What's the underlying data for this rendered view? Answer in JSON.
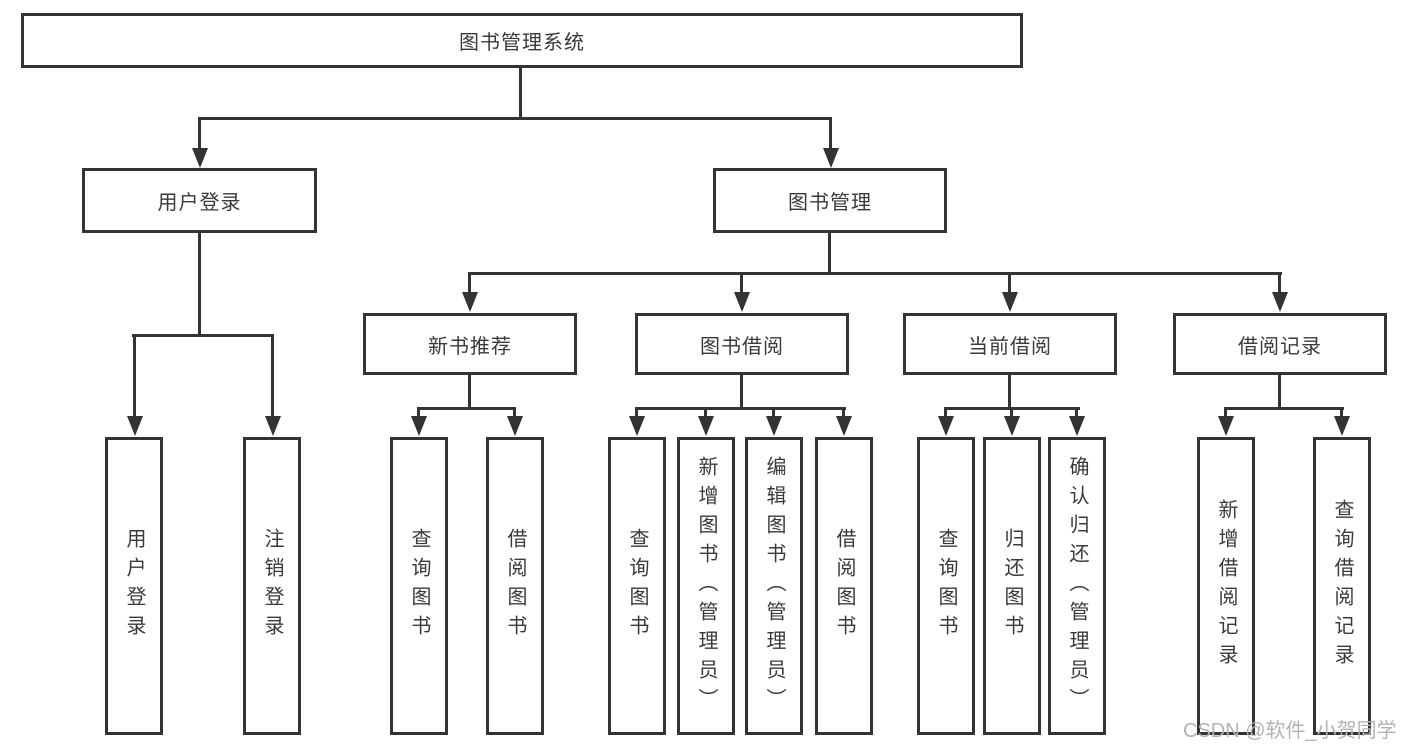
{
  "diagram": {
    "title": "图书管理系统",
    "user_login": {
      "label": "用户登录",
      "children": [
        "用户登录",
        "注销登录"
      ]
    },
    "book_management": {
      "label": "图书管理",
      "groups": [
        {
          "label": "新书推荐",
          "children": [
            "查询图书",
            "借阅图书"
          ]
        },
        {
          "label": "图书借阅",
          "children": [
            "查询图书",
            "新增图书（管理员）",
            "编辑图书（管理员）",
            "借阅图书"
          ]
        },
        {
          "label": "当前借阅",
          "children": [
            "查询图书",
            "归还图书",
            "确认归还（管理员）"
          ]
        },
        {
          "label": "借阅记录",
          "children": [
            "新增借阅记录",
            "查询借阅记录"
          ]
        }
      ]
    }
  },
  "colors": {
    "line": "#333333",
    "text": "#3a3a3a",
    "watermark": "#b3b3b3",
    "background": "#ffffff"
  },
  "watermark": "CSDN @软件_小贺同学"
}
